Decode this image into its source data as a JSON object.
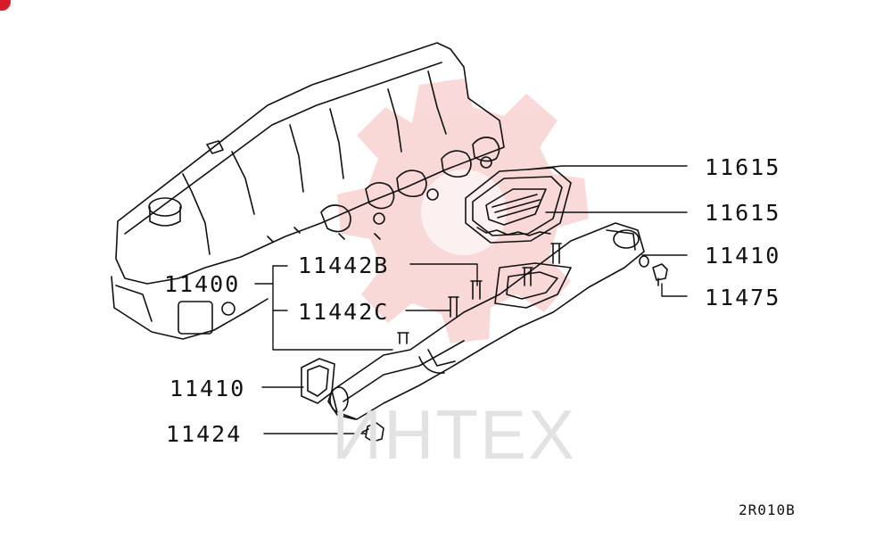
{
  "watermark": {
    "text": "ИНТЕХ",
    "color": "#f6c9c9"
  },
  "diagram_code": "2R010B",
  "labels": {
    "gasket_outer": "11615",
    "gasket_inner": "11615",
    "nut_right": "11410",
    "plug_right": "11475",
    "manifold": "11400",
    "stud_b": "11442B",
    "stud_c": "11442C",
    "gasket_left": "11410",
    "bolt_left": "11424"
  }
}
